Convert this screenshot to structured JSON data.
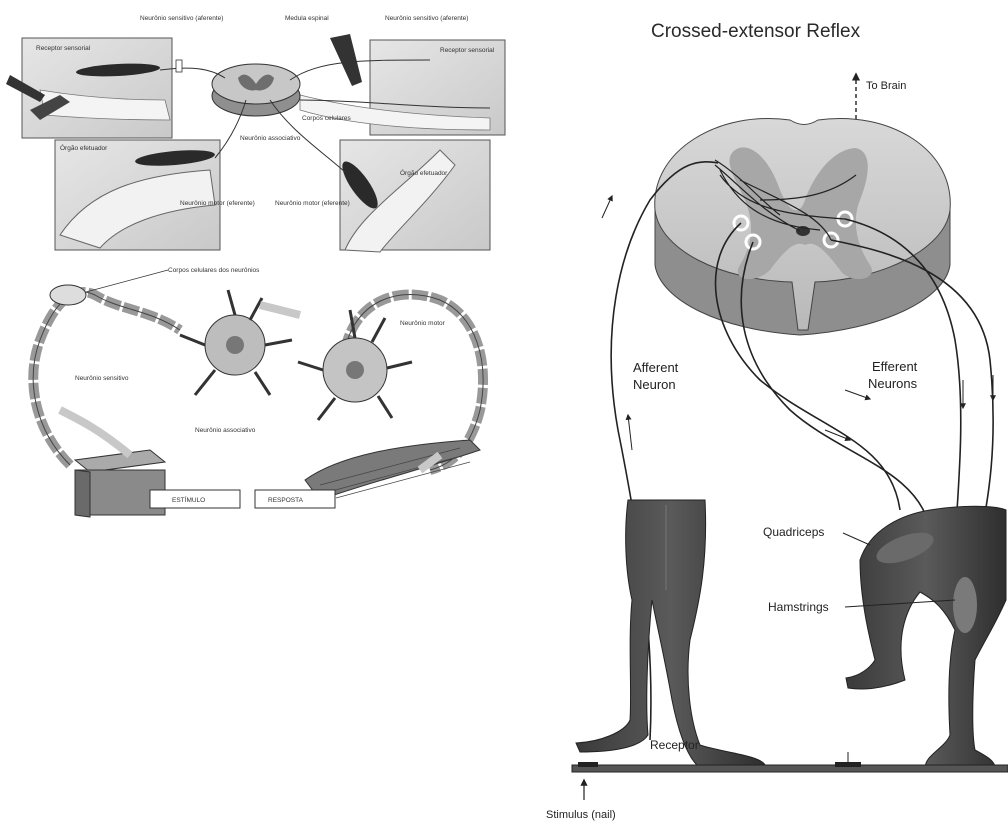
{
  "left_top": {
    "labels": {
      "sensory_neuron_1": "Neurônio sensitivo (aferente)",
      "spinal_cord": "Medula espinal",
      "sensory_neuron_2": "Neurônio sensitivo (aferente)",
      "sensory_receptor_1": "Receptor sensorial",
      "sensory_receptor_2": "Receptor sensorial",
      "cell_bodies": "Corpos celulares",
      "effector_organ_1": "Órgão efetuador",
      "associative_neuron": "Neurônio associativo",
      "effector_organ_2": "Órgão efetuador",
      "motor_neuron_1": "Neurônio motor (eferente)",
      "motor_neuron_2": "Neurônio motor (eferente)"
    }
  },
  "left_bottom": {
    "labels": {
      "cell_bodies_neurons": "Corpos celulares dos neurônios",
      "motor_neuron": "Neurônio motor",
      "sensory_neuron": "Neurônio sensitivo",
      "associative_neuron": "Neurônio associativo",
      "stimulus_box": "ESTÍMULO",
      "response_box": "RESPOSTA"
    }
  },
  "right": {
    "title": "Crossed-extensor Reflex",
    "to_brain": "To Brain",
    "afferent": "Afferent",
    "afferent_2": "Neuron",
    "efferent": "Efferent",
    "efferent_2": "Neurons",
    "quadriceps": "Quadriceps",
    "hamstrings": "Hamstrings",
    "receptor": "Receptor",
    "stimulus": "Stimulus (nail)"
  }
}
